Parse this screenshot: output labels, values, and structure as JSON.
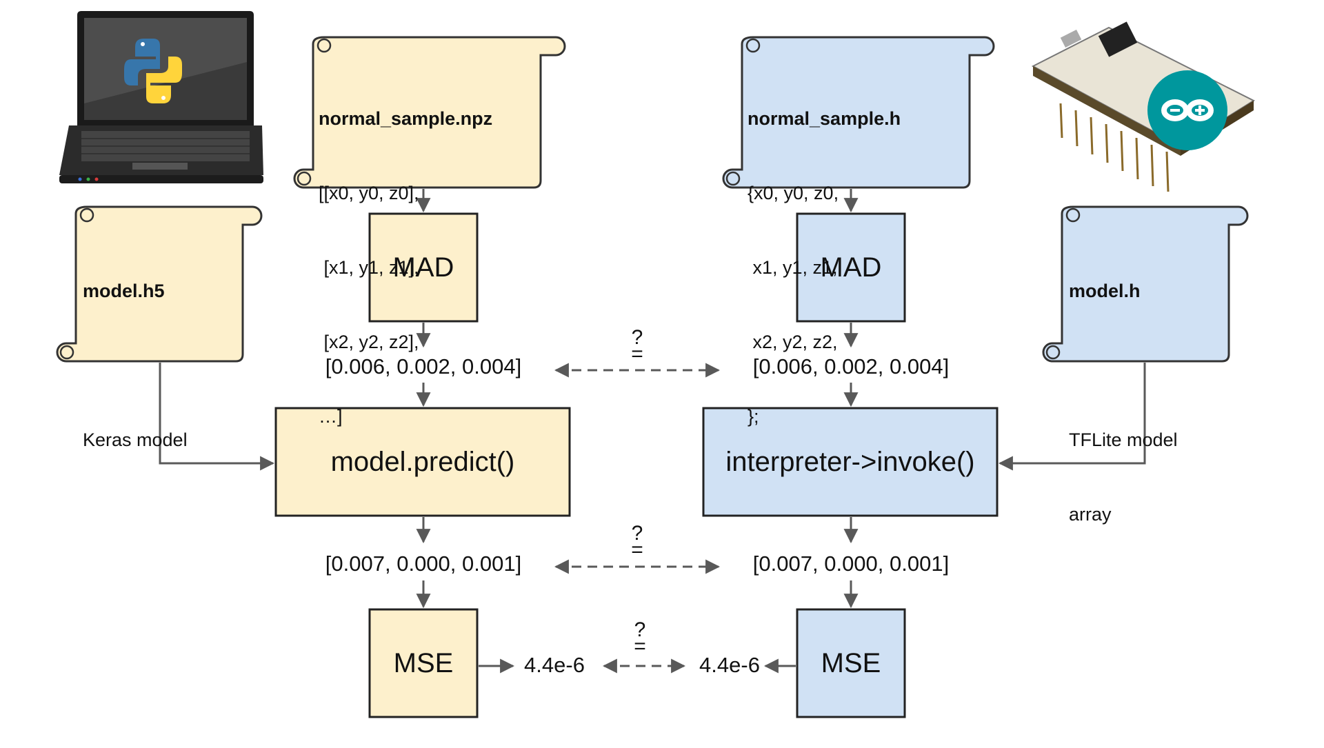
{
  "colors": {
    "keras_fill": "#fdf0cc",
    "tflite_fill": "#d0e1f4",
    "stroke": "#333333",
    "arrow": "#595959"
  },
  "icons": {
    "laptop": "laptop-python-icon",
    "board": "arduino-board-icon"
  },
  "left": {
    "sample_scroll": {
      "title": "normal_sample.npz",
      "lines": [
        "[[x0, y0, z0],",
        " [x1, y1, z1],",
        " [x2, y2, z2],",
        "…]"
      ]
    },
    "model_scroll": {
      "title": "model.h5",
      "lines": [
        "",
        "Keras model"
      ]
    },
    "mad_label": "MAD",
    "mad_output": "[0.006, 0.002, 0.004]",
    "predict_label": "model.predict()",
    "predict_output": "[0.007, 0.000, 0.001]",
    "mse_label": "MSE",
    "mse_value": "4.4e-6"
  },
  "right": {
    "sample_scroll": {
      "title": "normal_sample.h",
      "lines": [
        "{x0, y0, z0,",
        " x1, y1, z1,",
        " x2, y2, z2,",
        "};"
      ]
    },
    "model_scroll": {
      "title": "model.h",
      "lines": [
        "",
        "TFLite model",
        "array"
      ]
    },
    "mad_label": "MAD",
    "mad_output": "[0.006, 0.002, 0.004]",
    "invoke_label": "interpreter->invoke()",
    "invoke_output": "[0.007, 0.000, 0.001]",
    "mse_label": "MSE",
    "mse_value": "4.4e-6"
  },
  "compare_symbol": "?\n="
}
